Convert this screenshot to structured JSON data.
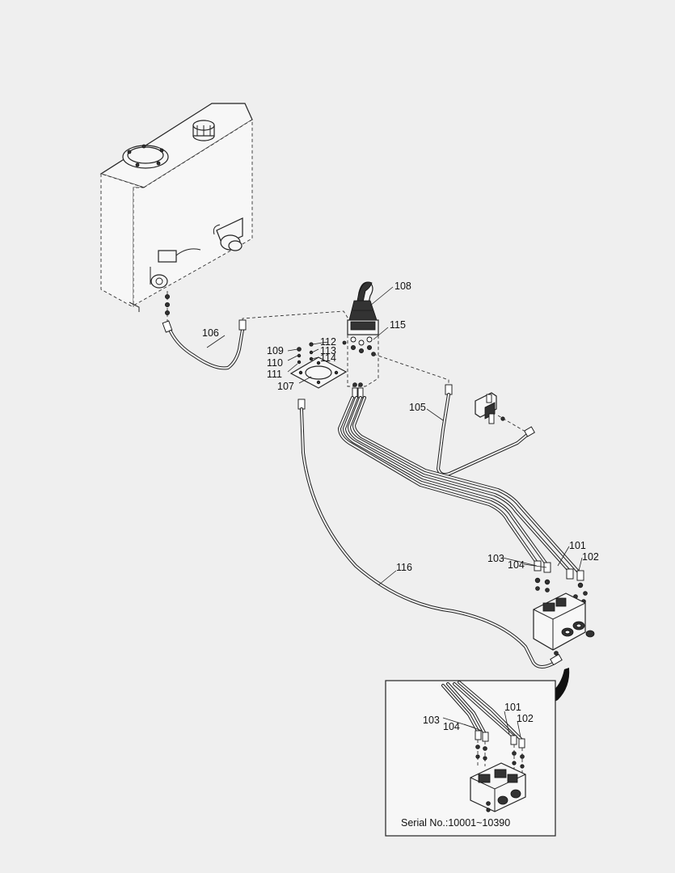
{
  "callouts": {
    "c101": "101",
    "c102": "102",
    "c103": "103",
    "c104": "104",
    "c105": "105",
    "c106": "106",
    "c107": "107",
    "c108": "108",
    "c109": "109",
    "c110": "110",
    "c111": "111",
    "c112": "112",
    "c113": "113",
    "c114": "114",
    "c115": "115",
    "c116": "116"
  },
  "inset": {
    "c101": "101",
    "c102": "102",
    "c103": "103",
    "c104": "104",
    "serial_label": "Serial No.:10001~10390"
  }
}
